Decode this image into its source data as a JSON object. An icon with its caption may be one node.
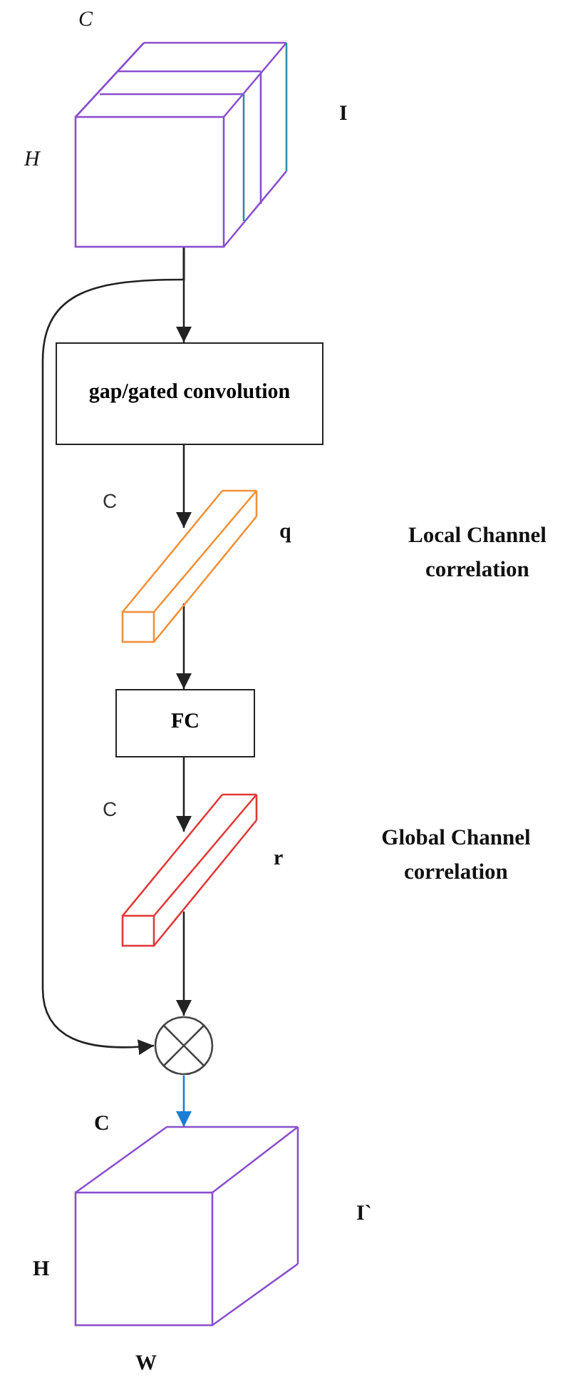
{
  "diagram": {
    "nodes": [
      {
        "text": [],
        "shape": "cube",
        "beside": [
          "C",
          "H",
          "I"
        ]
      },
      {
        "text": [
          "gap/gated convolution"
        ]
      },
      {
        "text": [],
        "shape": "bar",
        "beside": [
          "C",
          "q"
        ]
      },
      {
        "text": [
          "FC"
        ]
      },
      {
        "text": [],
        "shape": "bar",
        "beside": [
          "C",
          "r"
        ]
      },
      {
        "text": [],
        "shape": "circle"
      },
      {
        "text": [],
        "shape": "cube",
        "beside": [
          "C",
          "H",
          "I`",
          "W"
        ]
      }
    ],
    "edges": [
      {
        "from": 0,
        "to": 1,
        "arrow": "to"
      },
      {
        "from": 1,
        "to": 2,
        "arrow": "to"
      },
      {
        "from": 2,
        "to": 3,
        "arrow": "to"
      },
      {
        "from": 3,
        "to": 4,
        "arrow": "to"
      },
      {
        "from": 4,
        "to": 5,
        "arrow": "to"
      },
      {
        "from": 0,
        "to": 5,
        "arrow": "to"
      },
      {
        "from": 5,
        "to": 6,
        "arrow": "to",
        "color": "#1a7fd4"
      }
    ],
    "labels": [
      "Local Channel correlation",
      "Global Channel correlation"
    ]
  }
}
